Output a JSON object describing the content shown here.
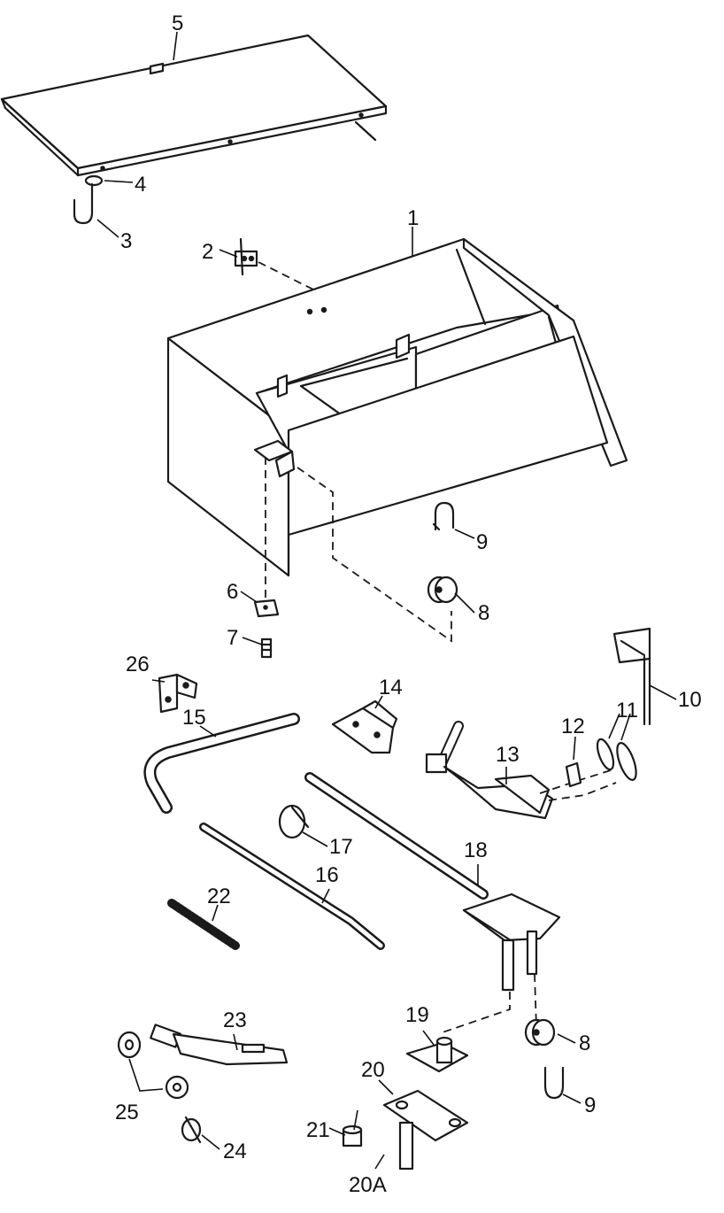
{
  "diagram": {
    "callouts": [
      {
        "id": "c1",
        "text": "1"
      },
      {
        "id": "c2",
        "text": "2"
      },
      {
        "id": "c3",
        "text": "3"
      },
      {
        "id": "c4",
        "text": "4"
      },
      {
        "id": "c5",
        "text": "5"
      },
      {
        "id": "c6",
        "text": "6"
      },
      {
        "id": "c7",
        "text": "7"
      },
      {
        "id": "c8a",
        "text": "8"
      },
      {
        "id": "c8b",
        "text": "8"
      },
      {
        "id": "c9a",
        "text": "9"
      },
      {
        "id": "c9b",
        "text": "9"
      },
      {
        "id": "c10",
        "text": "10"
      },
      {
        "id": "c11",
        "text": "11"
      },
      {
        "id": "c12",
        "text": "12"
      },
      {
        "id": "c13",
        "text": "13"
      },
      {
        "id": "c14",
        "text": "14"
      },
      {
        "id": "c15",
        "text": "15"
      },
      {
        "id": "c16",
        "text": "16"
      },
      {
        "id": "c17",
        "text": "17"
      },
      {
        "id": "c18",
        "text": "18"
      },
      {
        "id": "c19",
        "text": "19"
      },
      {
        "id": "c20",
        "text": "20"
      },
      {
        "id": "c20a",
        "text": "20A"
      },
      {
        "id": "c21",
        "text": "21"
      },
      {
        "id": "c22",
        "text": "22"
      },
      {
        "id": "c23",
        "text": "23"
      },
      {
        "id": "c24",
        "text": "24"
      },
      {
        "id": "c25",
        "text": "25"
      },
      {
        "id": "c26",
        "text": "26"
      }
    ]
  }
}
